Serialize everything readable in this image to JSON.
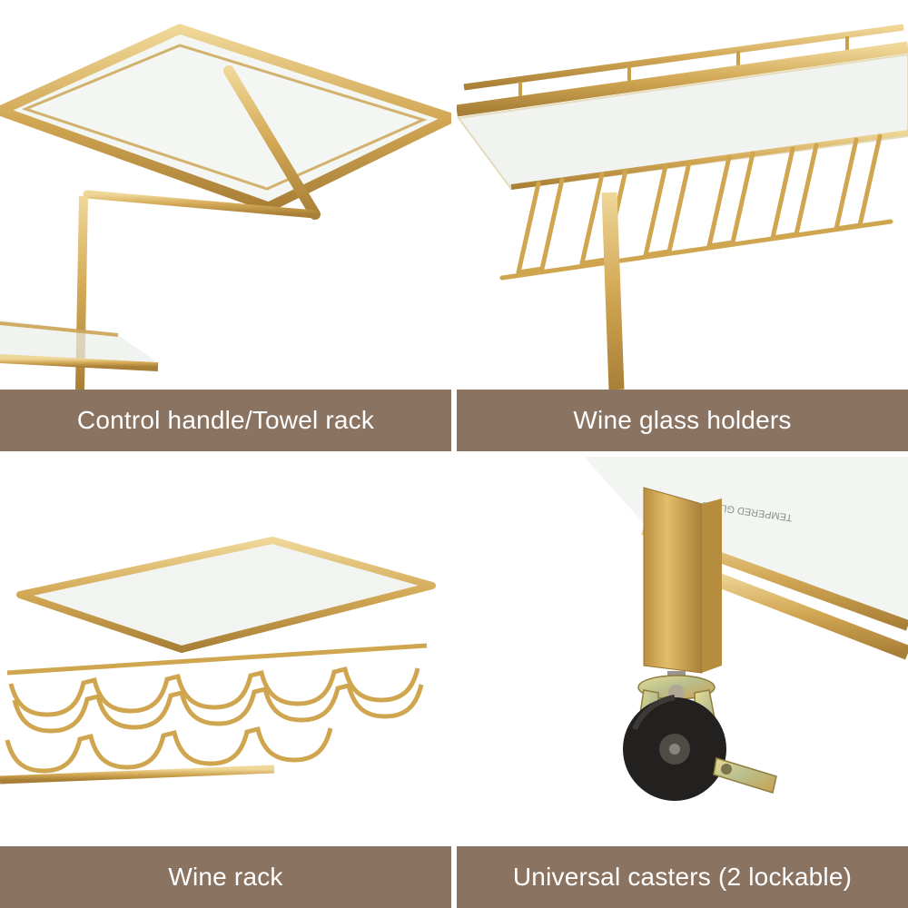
{
  "colors": {
    "caption_bar": "#8b7362",
    "caption_text": "#ffffff",
    "gold": "#d2a855",
    "gold_highlight": "#efd798",
    "gold_shadow": "#a87f36",
    "glass_tint": "#eaeee9",
    "wheel_black": "#232120",
    "zinc_metal": "#c9bb79",
    "background": "#ffffff"
  },
  "panels": [
    {
      "id": "control-handle-towel-rack",
      "caption": "Control handle/Towel rack"
    },
    {
      "id": "wine-glass-holders",
      "caption": "Wine glass holders"
    },
    {
      "id": "wine-rack",
      "caption": "Wine rack"
    },
    {
      "id": "universal-casters",
      "caption": "Universal casters (2 lockable)",
      "glass_print": "TEMPERED GLASS"
    }
  ]
}
